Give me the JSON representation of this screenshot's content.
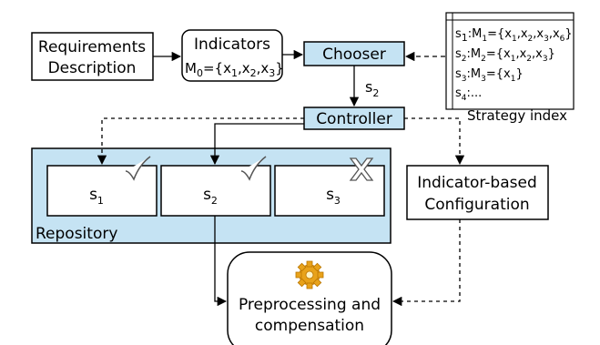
{
  "requirements": {
    "line1": "Requirements",
    "line2": "Description"
  },
  "indicators": {
    "title": "Indicators",
    "m": "M",
    "m_sub": "0",
    "set_open": "={x",
    "x1_sub": "1",
    "sep1": ",x",
    "x2_sub": "2",
    "sep2": ",x",
    "x3_sub": "3",
    "set_close": "}"
  },
  "chooser": {
    "label": "Chooser"
  },
  "choice": {
    "s": "s",
    "sub": "2"
  },
  "controller": {
    "label": "Controller"
  },
  "strategy_index": {
    "caption": "Strategy index",
    "rows": [
      {
        "s": "s",
        "s_sub": "1",
        "m": ":M",
        "m_sub": "1",
        "pre": "={x",
        "items": [
          "1",
          "2",
          "3",
          "6"
        ],
        "post": "}"
      },
      {
        "s": "s",
        "s_sub": "2",
        "m": ":M",
        "m_sub": "2",
        "pre": "={x",
        "items": [
          "1",
          "2",
          "3"
        ],
        "post": "}"
      },
      {
        "s": "s",
        "s_sub": "3",
        "m": ":M",
        "m_sub": "3",
        "pre": "={x",
        "items": [
          "1"
        ],
        "post": "}"
      },
      {
        "s": "s",
        "s_sub": "4",
        "tail": ":..."
      }
    ]
  },
  "repository": {
    "label": "Repository",
    "slots": [
      {
        "s": "s",
        "sub": "1",
        "mark": "check"
      },
      {
        "s": "s",
        "sub": "2",
        "mark": "check"
      },
      {
        "s": "s",
        "sub": "3",
        "mark": "cross"
      }
    ]
  },
  "config": {
    "line1": "Indicator-based",
    "line2": "Configuration"
  },
  "preprocessing": {
    "line1": "Preprocessing and",
    "line2": "compensation",
    "icon": "gear-icon"
  },
  "colors": {
    "accent_fill": "#c5e3f3",
    "stroke": "#000000",
    "gear": "#e8a21a"
  }
}
